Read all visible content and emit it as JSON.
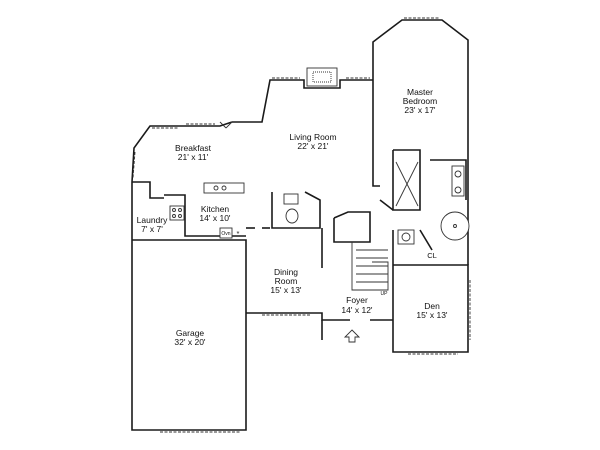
{
  "rooms": [
    {
      "id": "master",
      "name_line1": "Master",
      "name_line2": "Bedroom",
      "dim": "23' x 17'"
    },
    {
      "id": "living",
      "name": "Living Room",
      "dim": "22' x 21'"
    },
    {
      "id": "breakfast",
      "name": "Breakfast",
      "dim": "21' x 11'"
    },
    {
      "id": "kitchen",
      "name": "Kitchen",
      "dim": "14' x 10'"
    },
    {
      "id": "laundry",
      "name": "Laundry",
      "dim": "7' x 7'"
    },
    {
      "id": "dining",
      "name": "Dining Room",
      "name_line1": "Dining",
      "name_line2": "Room",
      "dim": "15' x 13'"
    },
    {
      "id": "foyer",
      "name": "Foyer",
      "dim": "14' x 12'"
    },
    {
      "id": "den",
      "name": "Den",
      "dim": "15' x 13'"
    },
    {
      "id": "garage",
      "name": "Garage",
      "dim": "32' x 20'"
    }
  ],
  "labels": {
    "closet": "CL",
    "oven": "Ovn",
    "up": "UP"
  }
}
